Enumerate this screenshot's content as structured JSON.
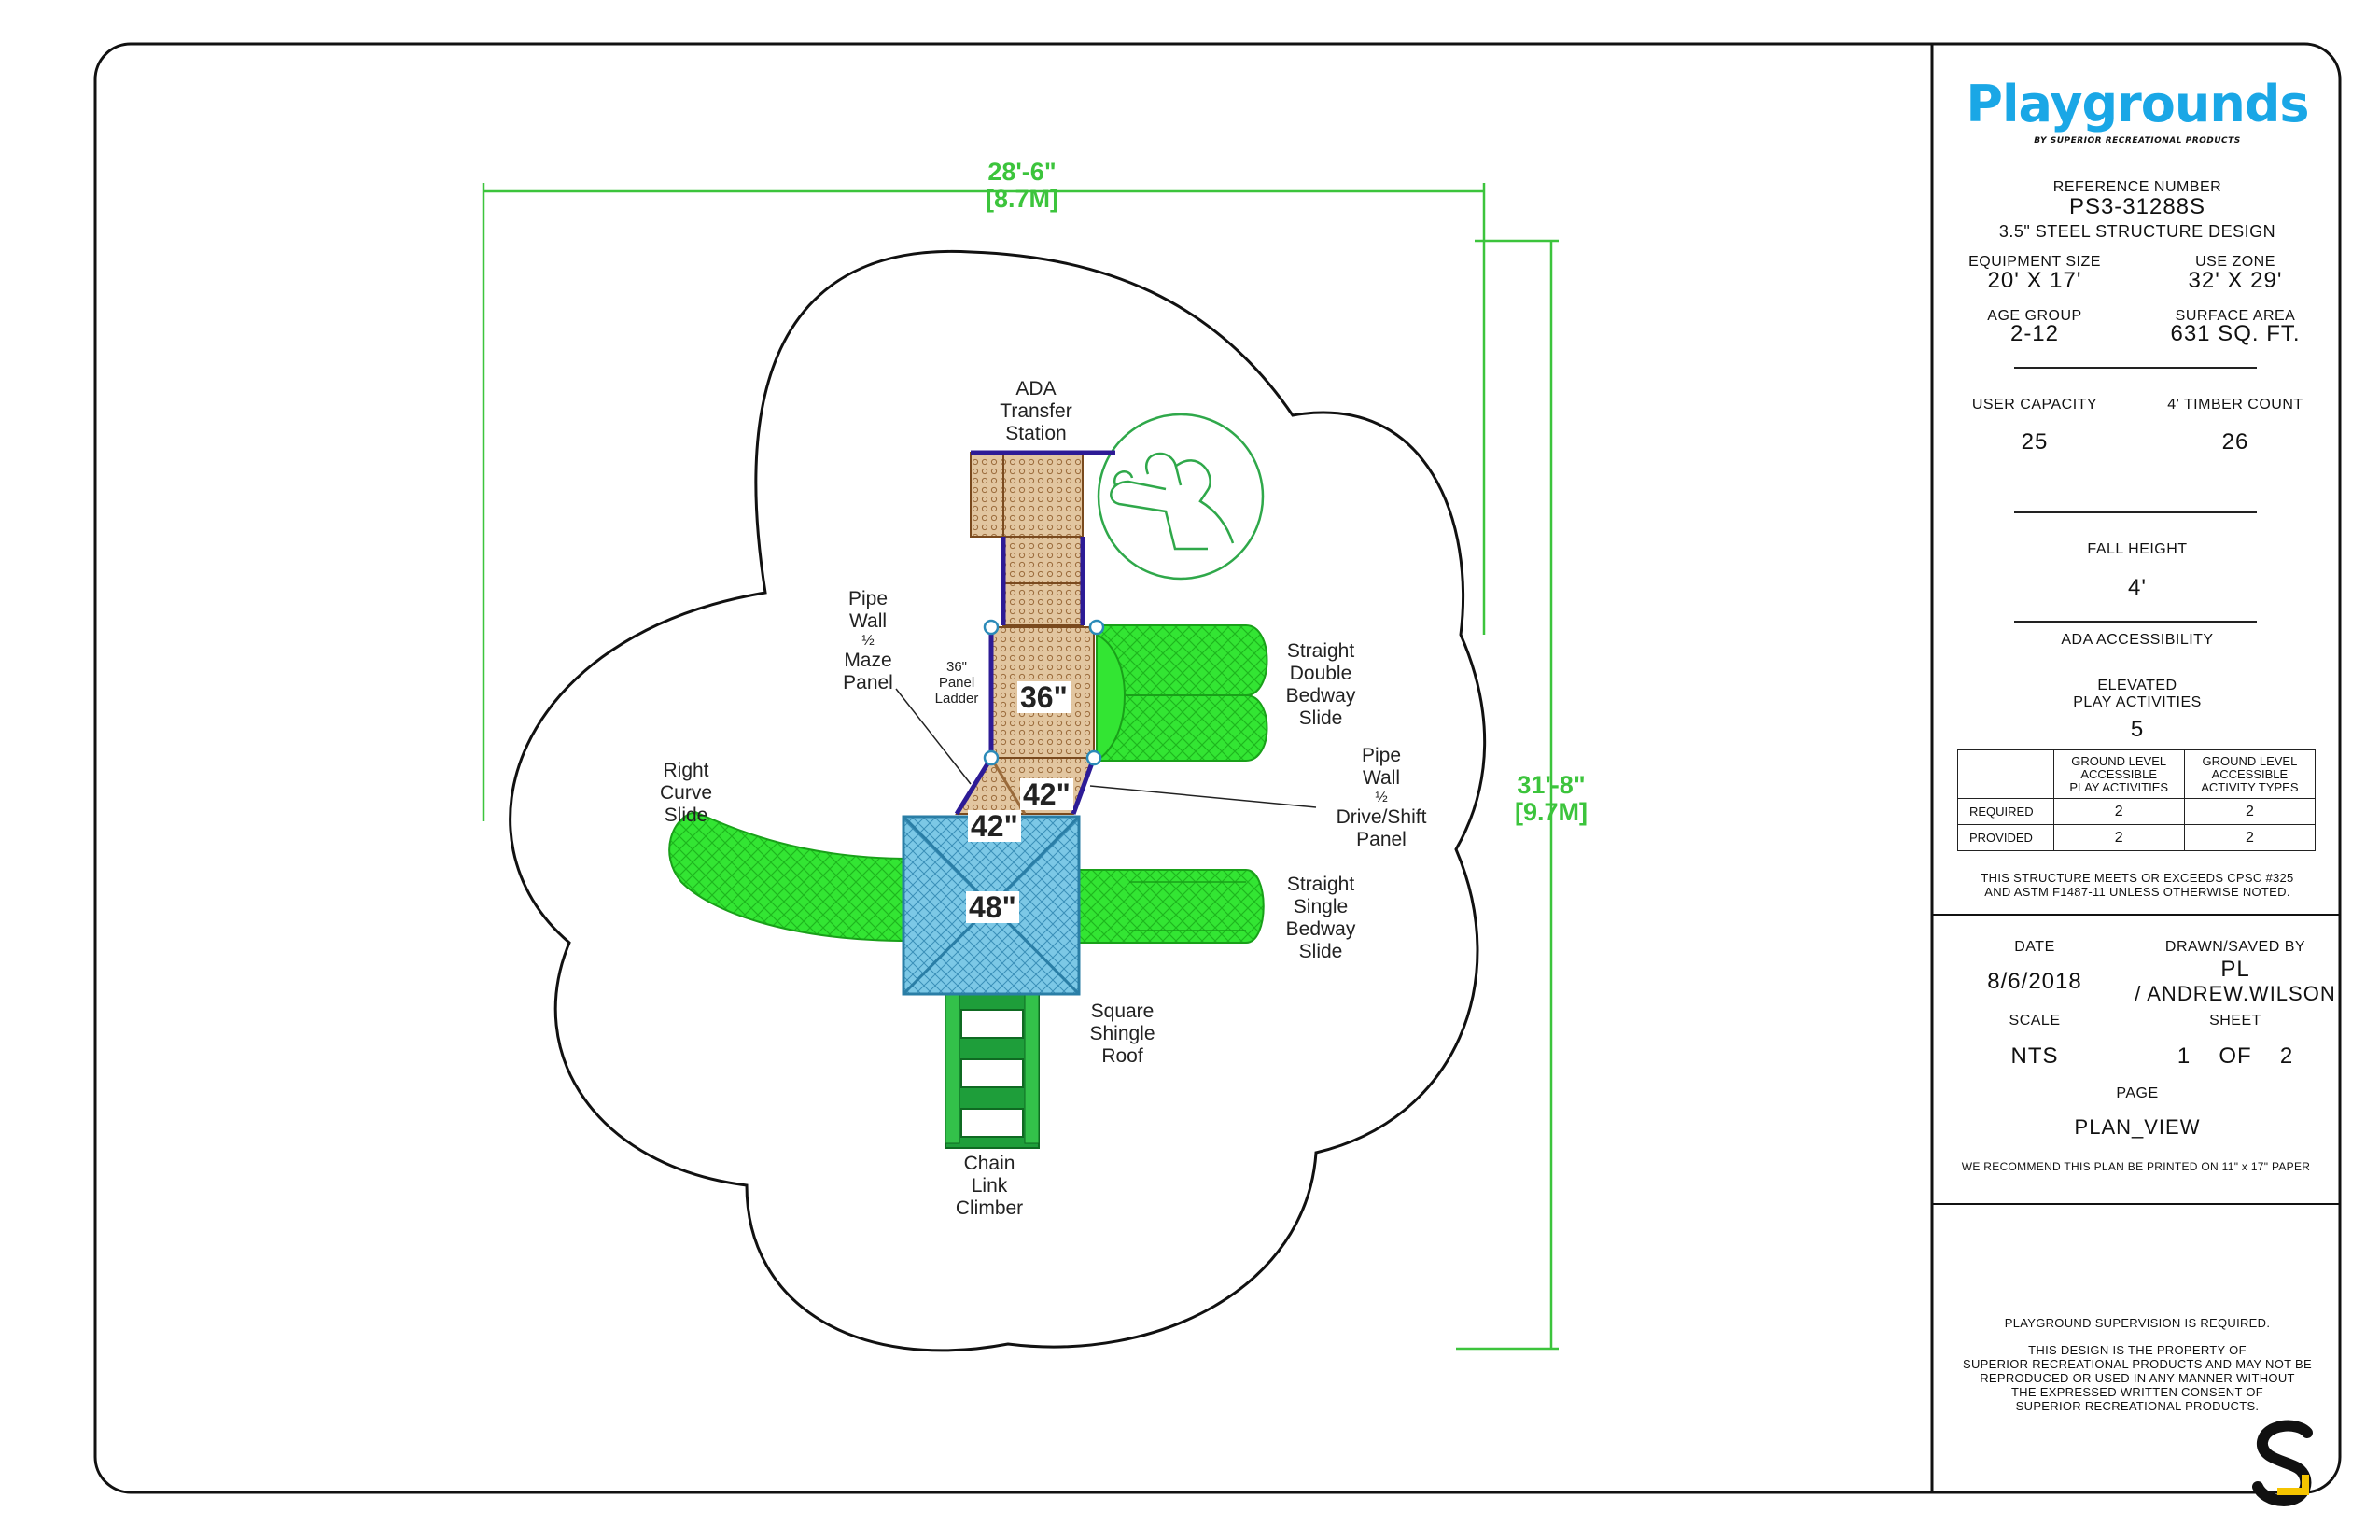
{
  "titleblock": {
    "brand_name": "Playgrounds",
    "brand_tagline": "BY SUPERIOR RECREATIONAL PRODUCTS",
    "reference_label": "REFERENCE NUMBER",
    "reference_number": "PS3-31288S",
    "design_type": "3.5\" STEEL STRUCTURE DESIGN",
    "equipment_size_label": "EQUIPMENT SIZE",
    "equipment_size": "20' X 17'",
    "use_zone_label": "USE ZONE",
    "use_zone": "32' X 29'",
    "age_group_label": "AGE GROUP",
    "age_group": "2-12",
    "surface_area_label": "SURFACE AREA",
    "surface_area": "631 SQ. FT.",
    "user_capacity_label": "USER CAPACITY",
    "user_capacity": "25",
    "timber_count_label": "4' TIMBER COUNT",
    "timber_count": "26",
    "fall_height_label": "FALL HEIGHT",
    "fall_height": "4'",
    "ada_label": "ADA ACCESSIBILITY",
    "elevated_label_1": "ELEVATED",
    "elevated_label_2": "PLAY ACTIVITIES",
    "elevated_count": "5",
    "accessibility_table": {
      "col1_line1": "GROUND LEVEL",
      "col1_line2": "ACCESSIBLE",
      "col1_line3": "PLAY ACTIVITIES",
      "col2_line1": "GROUND LEVEL",
      "col2_line2": "ACCESSIBLE",
      "col2_line3": "ACTIVITY TYPES",
      "rows": [
        {
          "label": "REQUIRED",
          "activities": "2",
          "types": "2"
        },
        {
          "label": "PROVIDED",
          "activities": "2",
          "types": "2"
        }
      ]
    },
    "compliance_line1": "THIS STRUCTURE MEETS OR EXCEEDS CPSC #325",
    "compliance_line2": "AND ASTM F1487-11 UNLESS OTHERWISE NOTED.",
    "date_label": "DATE",
    "date": "8/6/2018",
    "drawn_label": "DRAWN/SAVED BY",
    "drawn_by_1": "PL",
    "drawn_by_2": "/ ANDREW.WILSON",
    "scale_label": "SCALE",
    "scale": "NTS",
    "sheet_label": "SHEET",
    "sheet_num": "1",
    "sheet_of": "OF",
    "sheet_total": "2",
    "page_label": "PAGE",
    "page": "PLAN_VIEW",
    "print_note": "WE RECOMMEND THIS PLAN BE PRINTED ON 11\" x 17\" PAPER",
    "supervision": "PLAYGROUND SUPERVISION IS REQUIRED.",
    "property_1": "THIS DESIGN IS THE PROPERTY OF",
    "property_2": "SUPERIOR RECREATIONAL PRODUCTS AND MAY NOT BE",
    "property_3": "REPRODUCED OR USED IN ANY MANNER WITHOUT",
    "property_4": "THE EXPRESSED WRITTEN CONSENT OF",
    "property_5": "SUPERIOR RECREATIONAL PRODUCTS."
  },
  "dimensions": {
    "width_ft": "28'-6\"",
    "width_m": "[8.7M]",
    "height_ft": "31'-8\"",
    "height_m": "[9.7M]"
  },
  "components": {
    "ada_1": "ADA",
    "ada_2": "Transfer",
    "ada_3": "Station",
    "pipe_maze_1": "Pipe",
    "pipe_maze_2": "Wall",
    "pipe_maze_3": "½",
    "pipe_maze_4": "Maze",
    "pipe_maze_5": "Panel",
    "ladder_1": "36\"",
    "ladder_2": "Panel",
    "ladder_3": "Ladder",
    "double_1": "Straight",
    "double_2": "Double",
    "double_3": "Bedway",
    "double_4": "Slide",
    "pipe_drive_1": "Pipe",
    "pipe_drive_2": "Wall",
    "pipe_drive_3": "½",
    "pipe_drive_4": "Drive/Shift",
    "pipe_drive_5": "Panel",
    "curve_1": "Right",
    "curve_2": "Curve",
    "curve_3": "Slide",
    "single_1": "Straight",
    "single_2": "Single",
    "single_3": "Bedway",
    "single_4": "Slide",
    "roof_1": "Square",
    "roof_2": "Shingle",
    "roof_3": "Roof",
    "chain_1": "Chain",
    "chain_2": "Link",
    "chain_3": "Climber"
  },
  "decks": {
    "deck_a": "36\"",
    "deck_b": "42\"",
    "deck_c": "42\"",
    "deck_d": "48\""
  },
  "colors": {
    "slide_green": "#33e533",
    "climber_green": "#1e9e3a",
    "deck_tan": "#e2c6a0",
    "roof_blue": "#7cc8e6",
    "pipe_purple": "#2d1b96",
    "dimension_green": "#3cc43c",
    "brand_blue": "#1aa7e6",
    "logo_yellow": "#f5c400"
  },
  "icons": [
    "wheelchair-accessibility-icon",
    "superior-s-logo-icon"
  ]
}
